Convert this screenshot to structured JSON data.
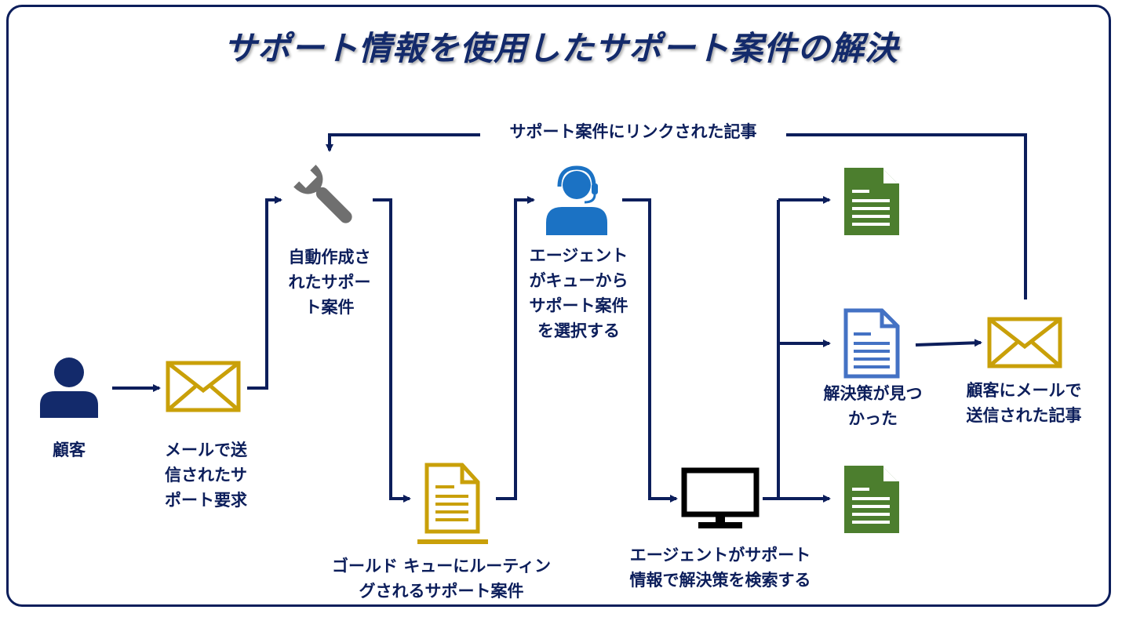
{
  "title": "サポート情報を使用したサポート案件の解決",
  "loop_label": "サポート案件にリンクされた記事",
  "nodes": {
    "customer": "顧客",
    "email_request": "メールで送\n信されたサ\nポート要求",
    "auto_case": "自動作成さ\nれたサポー\nト案件",
    "gold_queue": "ゴールド キューにルーティン\nグされるサポート案件",
    "agent_select": "エージェント\nがキューから\nサポート案件\nを選択する",
    "agent_search": "エージェントがサポート\n情報で解決策を検索する",
    "solution_found": "解決策が見つ\nかった",
    "email_article": "顧客にメールで\n送信された記事"
  },
  "colors": {
    "navy": "#0c1e5b",
    "gold": "#c9a009",
    "green": "#4c7e2e",
    "blue": "#4472c4",
    "agent_blue": "#1b72c4",
    "wrench": "#6f6f6f"
  }
}
